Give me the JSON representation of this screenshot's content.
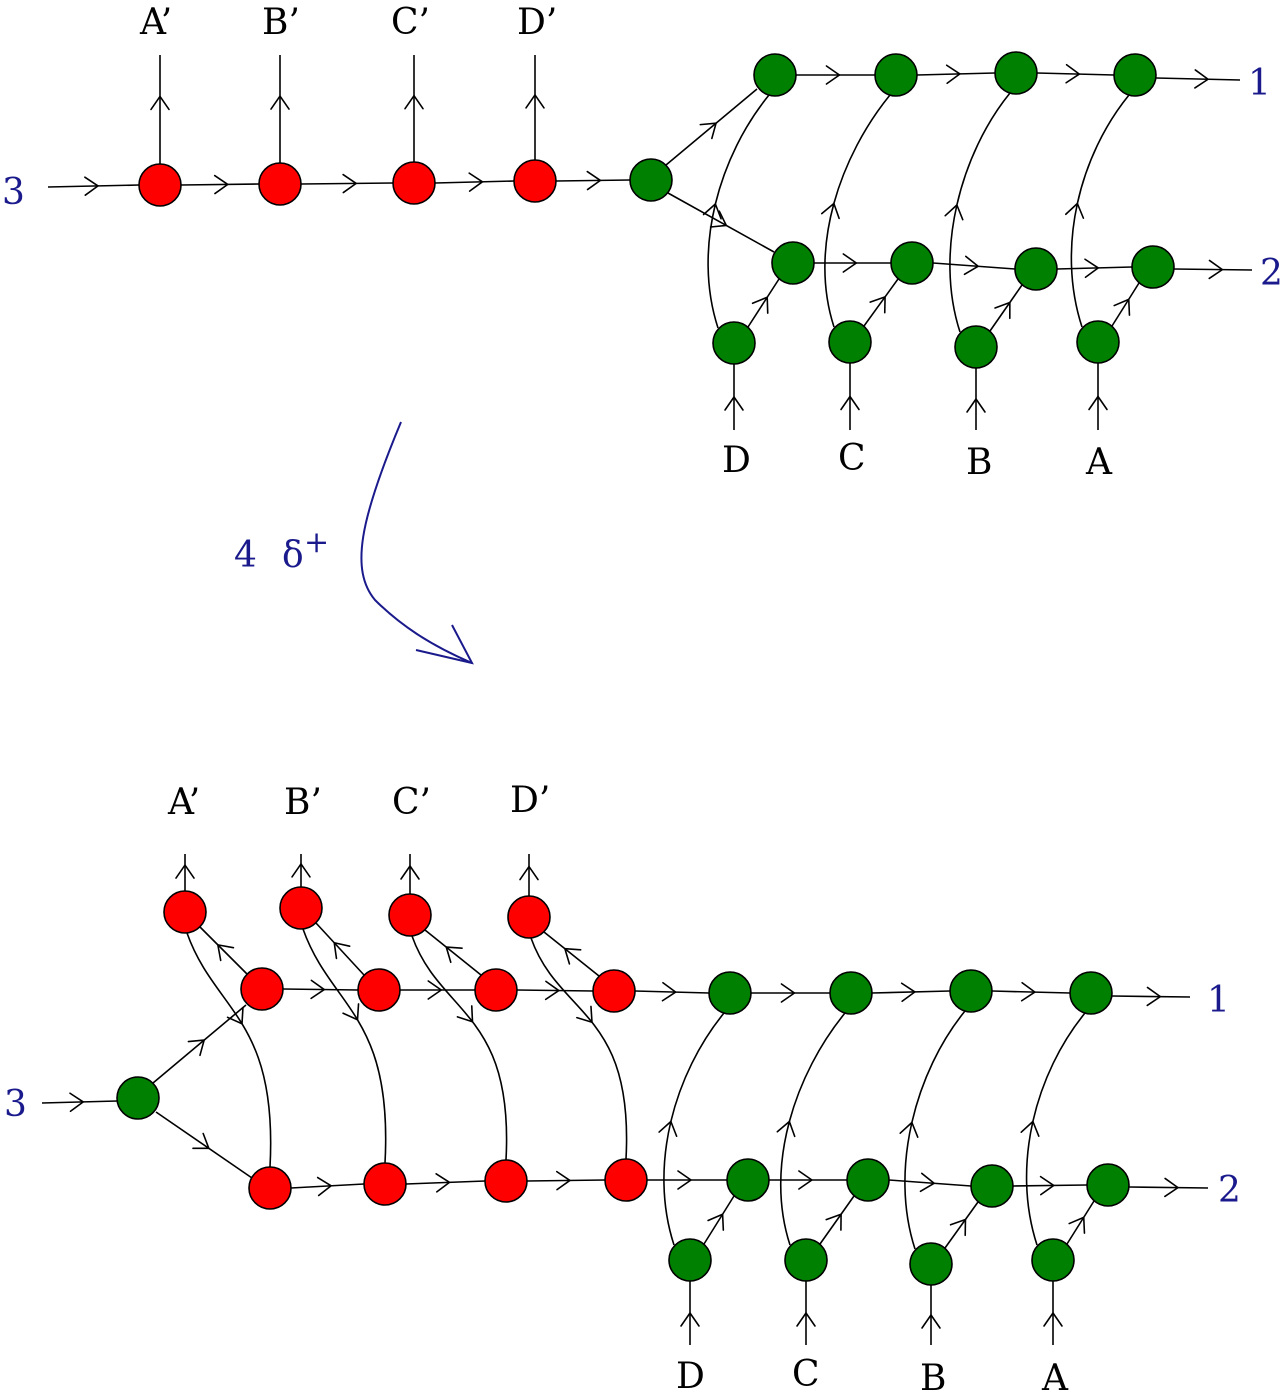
{
  "top": {
    "ext_in_label": "3",
    "out1_label": "1",
    "out2_label": "2",
    "primed_labels": [
      "A’",
      "B’",
      "C’",
      "D’"
    ],
    "bottom_labels": [
      "D",
      "C",
      "B",
      "A"
    ]
  },
  "transition": {
    "count": "4",
    "symbol": "δ",
    "superscript": "+"
  },
  "bottom": {
    "ext_in_label": "3",
    "out1_label": "1",
    "out2_label": "2",
    "primed_labels": [
      "A’",
      "B’",
      "C’",
      "D’"
    ],
    "bottom_labels": [
      "D",
      "C",
      "B",
      "A"
    ]
  },
  "colors": {
    "red_node": "#ff0000",
    "green_node": "#008000",
    "edge": "#000000",
    "label_blue": "#1a1a8c"
  }
}
